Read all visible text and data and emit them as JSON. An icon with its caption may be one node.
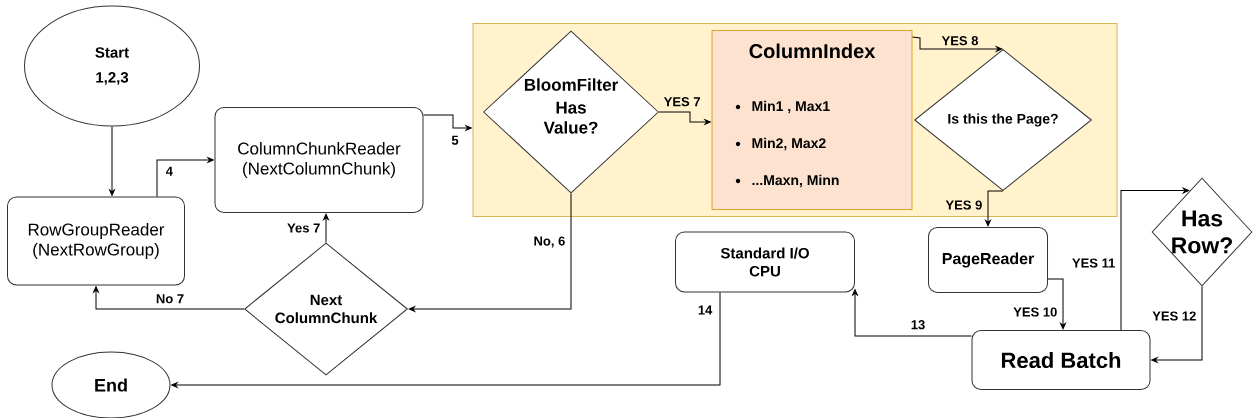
{
  "diagram": {
    "nodes": [
      {
        "text": [
          "Start",
          "1,2,3"
        ]
      },
      {
        "text": [
          "RowGroupReader (NextRowGroup)"
        ]
      },
      {
        "text": [
          "ColumnChunkReader (NextColumnChunk)"
        ]
      },
      {
        "text": [],
        "shape": "box"
      },
      {
        "text": [
          "BloomFilter",
          "Has Value?"
        ],
        "in": 3
      },
      {
        "text": [
          "ColumnIndex",
          "Min1 , Max1",
          "Min2, Max2",
          "...Maxn, Minn"
        ],
        "in": 3
      },
      {
        "text": [
          "Is this the Page?"
        ],
        "in": 3
      },
      {
        "text": [
          "Has Row?"
        ]
      },
      {
        "text": [
          "PageReader"
        ]
      },
      {
        "text": [
          "Standard I/O CPU"
        ]
      },
      {
        "text": [
          "Next ColumnChunk"
        ]
      },
      {
        "text": [
          "Read Batch"
        ]
      },
      {
        "text": [
          "End"
        ]
      }
    ],
    "edges": [
      {
        "from": 0,
        "to": 1,
        "arrow": "to"
      },
      {
        "from": 1,
        "to": 2,
        "arrow": "to",
        "label": "4"
      },
      {
        "from": 2,
        "to": 3,
        "arrow": "to",
        "label": "5"
      },
      {
        "from": 4,
        "to": 5,
        "arrow": "to",
        "label": "YES 7"
      },
      {
        "from": 4,
        "to": 10,
        "arrow": "to",
        "label": "No, 6"
      },
      {
        "from": 5,
        "to": 6,
        "arrow": "to",
        "label": "YES 8"
      },
      {
        "from": 6,
        "to": 8,
        "arrow": "to",
        "label": "YES 9"
      },
      {
        "from": 8,
        "to": 11,
        "arrow": "to",
        "label": "YES 10"
      },
      {
        "from": 11,
        "to": 7,
        "arrow": "to",
        "label": "YES 11"
      },
      {
        "from": 7,
        "to": 11,
        "arrow": "to",
        "label": "YES 12"
      },
      {
        "from": 11,
        "to": 9,
        "arrow": "to",
        "label": "13"
      },
      {
        "from": 9,
        "to": 12,
        "arrow": "to",
        "label": "14"
      },
      {
        "from": 10,
        "to": 2,
        "arrow": "to",
        "label": "Yes 7"
      },
      {
        "from": 10,
        "to": 1,
        "arrow": "to",
        "label": "No 7"
      }
    ]
  }
}
